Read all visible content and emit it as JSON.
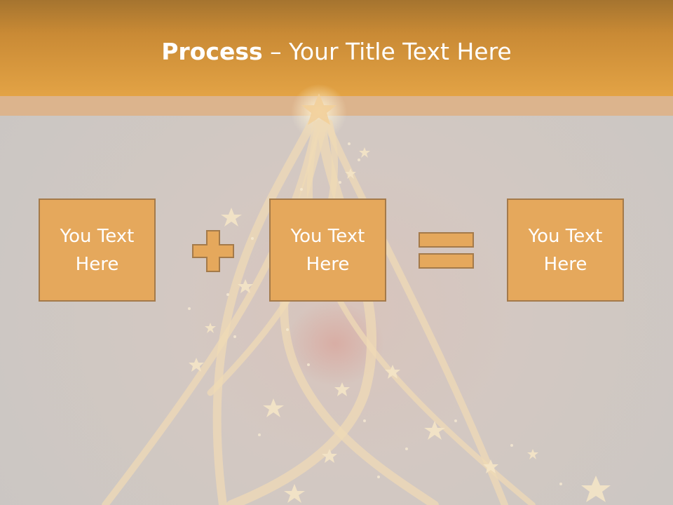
{
  "slide": {
    "title_bold": "Process",
    "title_rest": " – Your Title Text Here",
    "boxes": [
      {
        "label": "You Text Here"
      },
      {
        "label": "You Text Here"
      },
      {
        "label": "You Text Here"
      }
    ],
    "operators": [
      "plus-icon",
      "equals-icon"
    ]
  },
  "colors": {
    "header": "#e3a345",
    "box_fill": "#e5a85c",
    "box_border": "#a47a4a",
    "text": "#ffffff",
    "background": "#cdc7c3"
  }
}
